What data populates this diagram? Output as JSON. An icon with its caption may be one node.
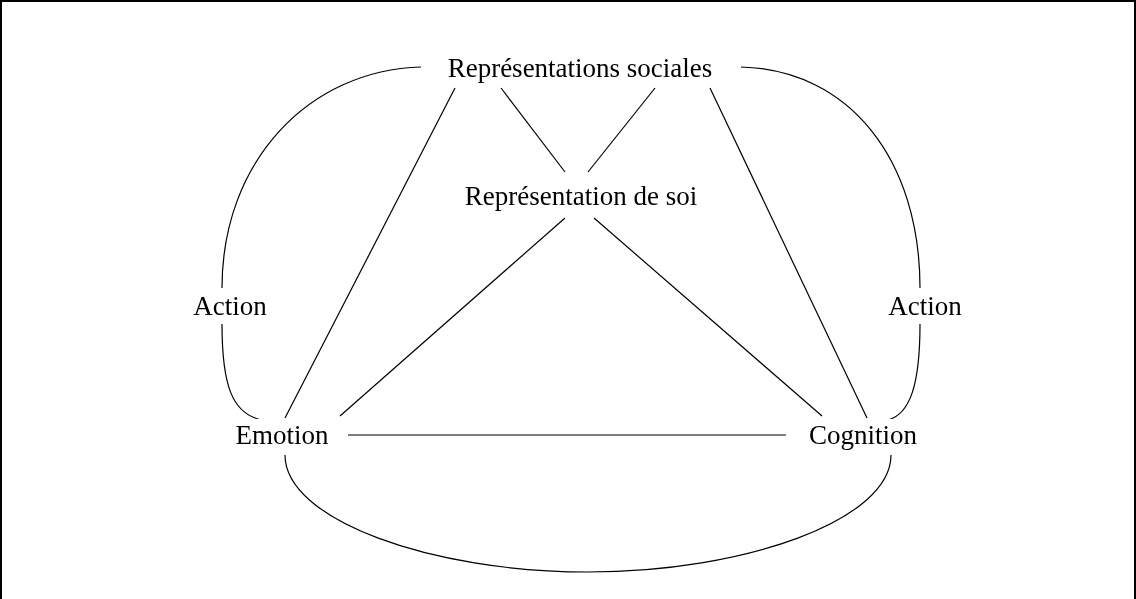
{
  "diagram": {
    "nodes": [
      {
        "text": [
          "Représentations sociales"
        ]
      },
      {
        "text": [
          "Représentation de soi"
        ]
      },
      {
        "text": [
          "Action"
        ]
      },
      {
        "text": [
          "Action"
        ]
      },
      {
        "text": [
          "Emotion"
        ]
      },
      {
        "text": [
          "Cognition"
        ]
      }
    ],
    "edges": [
      {
        "from": 0,
        "to": 2,
        "arrow": "none"
      },
      {
        "from": 2,
        "to": 4,
        "arrow": "none"
      },
      {
        "from": 0,
        "to": 3,
        "arrow": "none"
      },
      {
        "from": 3,
        "to": 5,
        "arrow": "none"
      },
      {
        "from": 0,
        "to": 4,
        "arrow": "none"
      },
      {
        "from": 0,
        "to": 1,
        "arrow": "none"
      },
      {
        "from": 0,
        "to": 1,
        "arrow": "none"
      },
      {
        "from": 0,
        "to": 5,
        "arrow": "none"
      },
      {
        "from": 1,
        "to": 4,
        "arrow": "none"
      },
      {
        "from": 1,
        "to": 5,
        "arrow": "none"
      },
      {
        "from": 4,
        "to": 5,
        "arrow": "none"
      },
      {
        "from": 4,
        "to": 5,
        "arrow": "none"
      }
    ]
  }
}
